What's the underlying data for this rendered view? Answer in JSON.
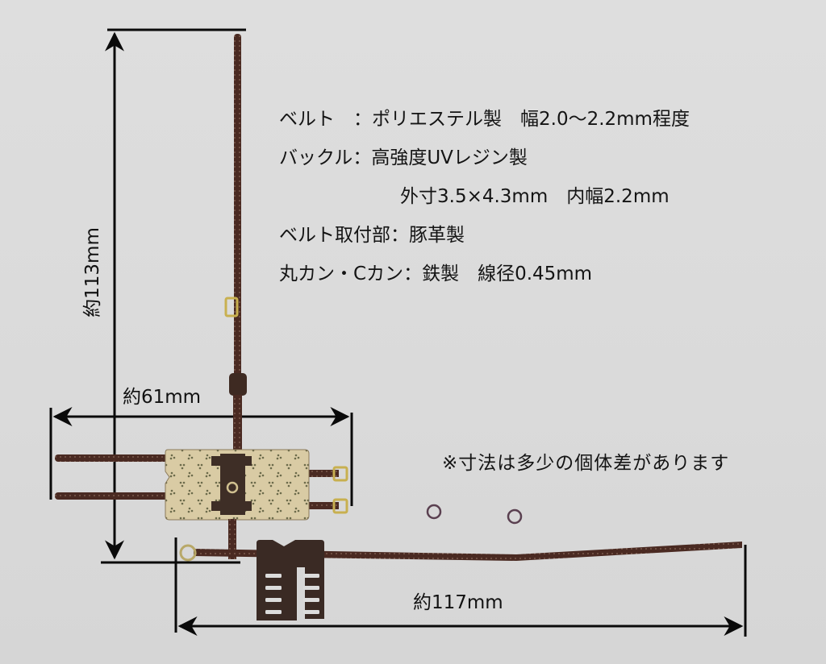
{
  "specs": [
    {
      "key": "ベルト",
      "sep": "　：",
      "value": "ポリエステル製　幅2.0〜2.2mm程度"
    },
    {
      "key": "バックル",
      "sep": "：",
      "value": "高強度UVレジン製"
    },
    {
      "key": "",
      "sep": "",
      "value": "外寸3.5×4.3mm　内幅2.2mm"
    },
    {
      "key": "ベルト取付部",
      "sep": "：",
      "value": "豚革製"
    },
    {
      "key": "丸カン・Cカン",
      "sep": "：",
      "value": "鉄製　線径0.45mm"
    }
  ],
  "note": "※寸法は多少の個体差があります",
  "dimensions": {
    "height": "約113mm",
    "width": "約61mm",
    "belt_length": "約117mm"
  },
  "colors": {
    "background": "#dcdcdc",
    "strap": "#4a2a22",
    "strap_stitch": "#8a6a5a",
    "pad": "#d9cba4",
    "pad_dots": "#6b6a4a",
    "brass": "#c8b050",
    "dark_leather": "#3a2a24",
    "dimension_line": "#0a0a0a"
  }
}
